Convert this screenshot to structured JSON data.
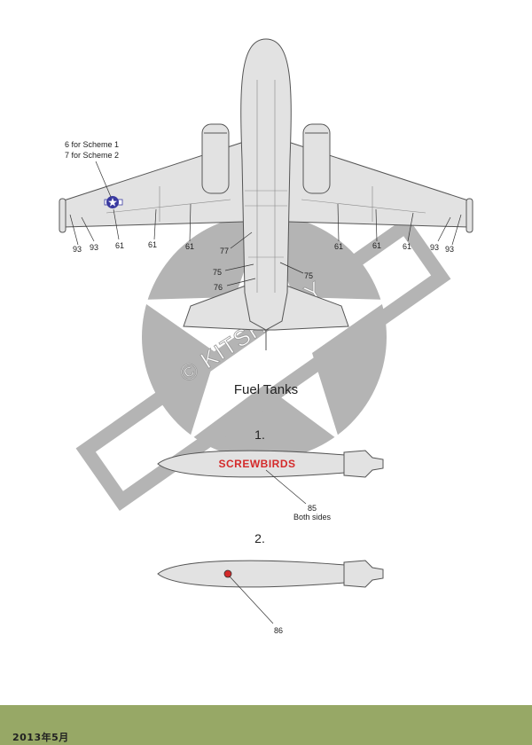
{
  "watermark": {
    "text": "© KITSHOBBY"
  },
  "scheme_notes": [
    "6 for Scheme 1",
    "7 for Scheme 2"
  ],
  "callouts": {
    "wing_93": "93",
    "wing_61": "61",
    "fuselage_77": "77",
    "fuselage_75": "75",
    "fuselage_76": "76"
  },
  "fuel_tanks": {
    "heading": "Fuel Tanks",
    "tank1": {
      "number": "1.",
      "marking": "SCREWBIRDS",
      "callout": "85",
      "note": "Both sides"
    },
    "tank2": {
      "number": "2.",
      "callout": "86"
    }
  },
  "colors": {
    "roundel_gray": "#b4b4b4",
    "aircraft_fill": "#e2e2e2",
    "marking_red": "#d42a2a",
    "star_blue": "#3a3aa0",
    "footer_green": "#97a866"
  },
  "footer": {
    "date": "2013年5月"
  }
}
